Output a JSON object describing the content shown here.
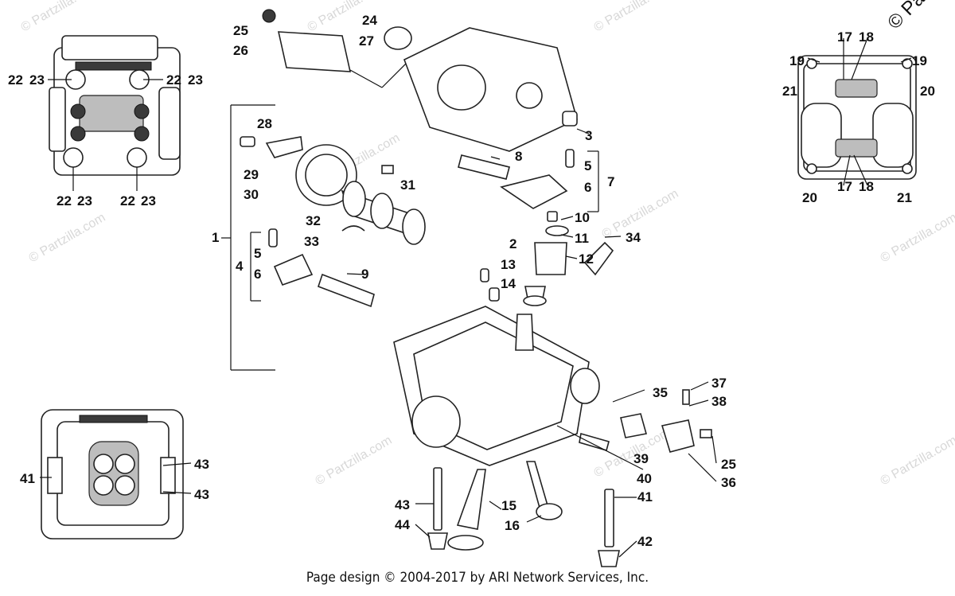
{
  "footer": "Page design © 2004-2017 by ARI Network Services, Inc.",
  "watermark": "© Partzilla.com",
  "corner_mark": "© Pa",
  "callouts": [
    "1",
    "2",
    "3",
    "4",
    "5",
    "6",
    "7",
    "8",
    "9",
    "10",
    "11",
    "12",
    "13",
    "14",
    "15",
    "16",
    "17",
    "18",
    "19",
    "20",
    "21",
    "22",
    "23",
    "24",
    "25",
    "26",
    "27",
    "28",
    "29",
    "30",
    "31",
    "32",
    "33",
    "34",
    "35",
    "36",
    "37",
    "38",
    "39",
    "40",
    "41",
    "42",
    "43",
    "44"
  ],
  "colors": {
    "line": "#222222",
    "watermark": "#d8d8d8",
    "background": "#ffffff"
  }
}
